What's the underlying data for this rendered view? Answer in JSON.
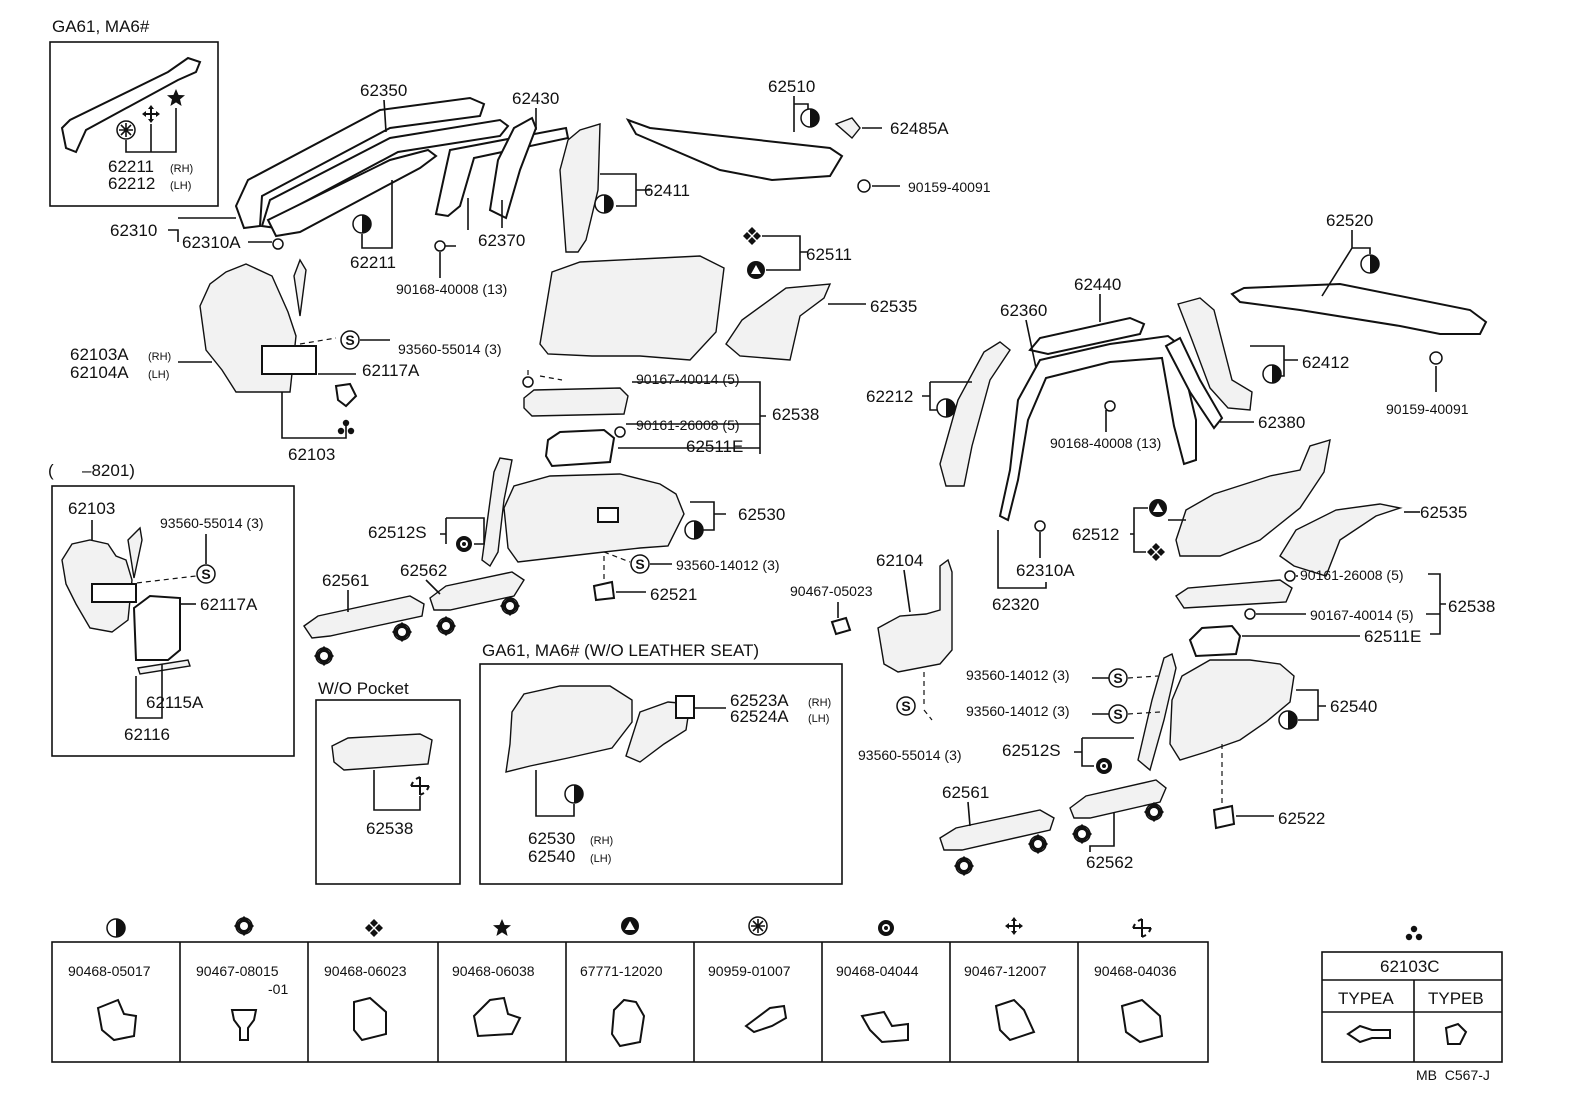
{
  "boxes": {
    "ga61_ma6": "GA61, MA6#",
    "until_8201": "(      –8201)",
    "wo_pocket": "W/O Pocket",
    "wo_leather": "GA61, MA6# (W/O LEATHER SEAT)"
  },
  "labels": {
    "p62350": "62350",
    "p62430": "62430",
    "p62510": "62510",
    "p62485A": "62485A",
    "p62211_rh": "62211",
    "p62212_lh": "62212",
    "rh": "(RH)",
    "lh": "(LH)",
    "p62310": "62310",
    "p62310A": "62310A",
    "p62211": "62211",
    "p62370": "62370",
    "p62411": "62411",
    "p90159_40091_a": "90159-40091",
    "p90168_40008_a": "90168-40008 (13)",
    "p62511": "62511",
    "p62535_a": "62535",
    "p93560_55014_a": "93560-55014 (3)",
    "p62103A": "62103A",
    "p62104A": "62104A",
    "p62117A_a": "62117A",
    "p62103_a": "62103",
    "p90167_40014_a": "90167-40014 (5)",
    "p62538_a": "62538",
    "p90161_26008_a": "90161-26008 (5)",
    "p62511E_a": "62511E",
    "p62512S_a": "62512S",
    "p62530": "62530",
    "p93560_14012_a": "93560-14012 (3)",
    "p62561_a": "62561",
    "p62562_a": "62562",
    "p62521": "62521",
    "p62103_b": "62103",
    "p93560_55014_b": "93560-55014 (3)",
    "p62117A_b": "62117A",
    "p62115A": "62115A",
    "p62116": "62116",
    "p62538_b": "62538",
    "p62523A": "62523A",
    "p62524A": "62524A",
    "p62530_rh": "62530",
    "p62540_lh": "62540",
    "p62520": "62520",
    "p62440": "62440",
    "p62360": "62360",
    "p62412": "62412",
    "p62212": "62212",
    "p90159_40091_b": "90159-40091",
    "p90168_40008_b": "90168-40008 (13)",
    "p62380": "62380",
    "p62512": "62512",
    "p62535_b": "62535",
    "p62310A_b": "62310A",
    "p62320": "62320",
    "p62104": "62104",
    "p90467_05023": "90467-05023",
    "p90161_26008_b": "90161-26008 (5)",
    "p62538_c": "62538",
    "p90167_40014_b": "90167-40014 (5)",
    "p62511E_b": "62511E",
    "p93560_14012_b": "93560-14012 (3)",
    "p93560_14012_c": "93560-14012 (3)",
    "p62540": "62540",
    "p93560_55014_c": "93560-55014 (3)",
    "p62512S_b": "62512S",
    "p62561_b": "62561",
    "p62562_b": "62562",
    "p62522": "62522"
  },
  "legend": {
    "parts": [
      {
        "symbol": "half-circle",
        "number": "90468-05017",
        "suffix": ""
      },
      {
        "symbol": "diamond-circle",
        "number": "90467-08015",
        "suffix": "-01"
      },
      {
        "symbol": "four-diamonds",
        "number": "90468-06023",
        "suffix": ""
      },
      {
        "symbol": "star",
        "number": "90468-06038",
        "suffix": ""
      },
      {
        "symbol": "triangle-circle",
        "number": "67771-12020",
        "suffix": ""
      },
      {
        "symbol": "asterisk-circle",
        "number": "90959-01007",
        "suffix": ""
      },
      {
        "symbol": "dot-ring",
        "number": "90468-04044",
        "suffix": ""
      },
      {
        "symbol": "four-arrows",
        "number": "90467-12007",
        "suffix": ""
      },
      {
        "symbol": "pinwheel",
        "number": "90468-04036",
        "suffix": ""
      }
    ],
    "typebox": {
      "title": "62103C",
      "type_a": "TYPEA",
      "type_b": "TYPEB"
    }
  },
  "footer_code": "MB  C567-J"
}
